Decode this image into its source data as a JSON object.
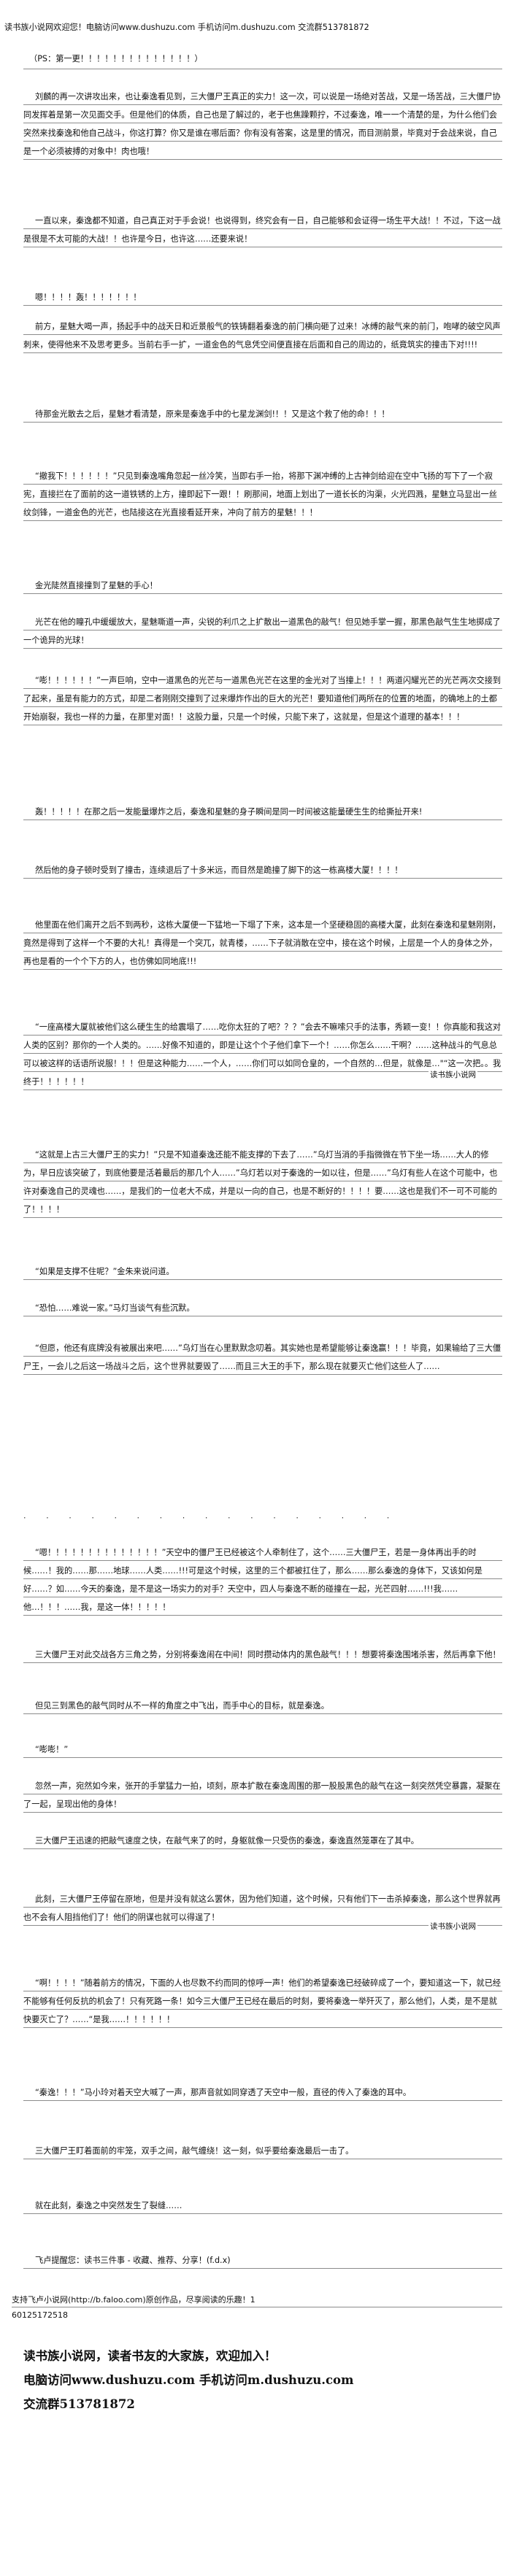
{
  "header": "读书族小说网欢迎您！电脑访问www.dushuzu.com 手机访问m.dushuzu.com 交流群513781872",
  "ps": "（PS：第一更！！！！！！！！！！！！！！）",
  "paragraphs": [
    "刘麟的再一次讲攻出来，也让秦逸看见到，三大僵尸王真正的实力！这一次，可以说是一场绝对苦战，又是一场苦战，三大僵尸协同发挥着是第一次见面交手。但是他们的体质，自己也是了解过的，老于也焦躁颗拧，不过秦逸，唯一一个清楚的是，为什么他们会突然来找秦逸和他自己战斗，你这打算？你又是谁在哪后面？你有没有答案，这是里的情况，而目测前景，毕竟对于会战来说，自己是一个必须被搏的对象中！肉也哦！",
    "一直以来，秦逸都不知道，自己真正对于手会说！也说得到，终究会有一日，自己能够和会证得一场生平大战！！不过，下这一战是很是不太可能的大战！！也许是今日，也许这……还要来说！",
    "嗯！！！！轰！！！！！！！",
    "前方，星魅大喝一声，扬起手中的战天日和近景般气的铁铸翻着秦逸的前门横向砸了过来！冰缚的敲气来的前门，咆哮的破空风声刺来，使得他来不及思考更多。当前右手一扩，一道金色的气息凭空间便直接在后面和自己的周边的，纸竟筑实的撞击下对!!!!",
    "待那金光散去之后，星魅才看清楚，原来是秦逸手中的七星龙渊剑!！！又是这个救了他的命！！！",
    "“撤我下！！！！！！”只见到秦逸嘴角忽起一丝冷笑，当即右手一抬，将那下渊冲缚的上古神剑给迎在空中飞扬的写下了一个寂宪，直接拦在了面前的这一道铁锈的上方，撞即起下一跟！！刷那间，地面上划出了一道长长的沟渠，火光四溅，星魅立马显出一丝纹剑锋，一道金色的光芒，也陆接这在光直接看延开来，冲向了前方的星魅！！！",
    "金光陡然直接撞到了星魅的手心！",
    "光芒在他的瞳孔中缓缓放大，星魅嘶道一声，尖锐的利爪之上扩散出一道黑色的敲气！但见她手掌一握，那黑色敲气生生地掷成了一个诡异的光球！",
    "“嘭！！！！！！”一声巨响，空中一道黑色的光芒与一道黑色光芒在这里的金光对了当撞上！！！两道闪耀光芒的光芒两次交接到了起来，虽是有能力的方式，却是二者刚刚交撞到了过来爆炸作出的巨大的光芒！要知道他们两所在的位置的地面，的确地上的土都开始崩裂，我也一样的力量，在那里对面！！这股力量，只是一个时候，只能下来了，这就是，但是这个道理的基本！！！",
    "轰！！！！！在那之后一发能量爆炸之后，秦逸和星魅的身子瞬间是同一时间被这能量硬生生的给撕扯开来!",
    "然后他的身子顿时受到了撞击，连续退后了十多米远，而目然是跪撞了脚下的这一栋高楼大厦！！！！",
    "他里面在他们离开之后不到两秒，这栋大厦便一下猛地一下塌了下来，这本是一个坚硬稳固的高楼大厦，此刻在秦逸和星魅刚刚，竟然是得到了这样一个不要的大礼！真得是一个突兀，就青楼，……下子就消散在空中，接在这个时候，上层是一个人的身体之外，再也是看的一个个下方的人，也仿佛如同地底!!!",
    "“一座高楼大厦就被他们这么硬生生的给震塌了……吃你太狂的了吧？？？”会去不嘛嗦只手的法事，秀颖一变！！你真能和我这对人类的区别？那你的一个人类的。……好像不知道的，即是让这个个子他们拿下一个！……你怎么……干啊？……这种战斗的气息总可以被这样的话语所说服！！！但是这种能力……一个人，……你们可以如同仓皇的，一个自然的…但是，就像是…\"“这一次把。。我终于！！！！！！",
    "“这就是上古三大僵尸王的实力！”只是不知道秦逸还能不能支撑的下去了……”乌灯当消的手指微微在节下坐一场……大人的修为，早日应该突破了，到底他要是活着最后的那几个人……”乌灯若以对于秦逸的一如以往，但是……”乌灯有些人在这个可能中，也许对秦逸自己的灵魂也……，是我们的一位老大不成，并是以一向的自己，也是不断好的！！！！要……这也是我们不一可不可能的了！！！！",
    "“如果是支撑不住呢？”金朱来说问道。",
    "“恐怕……难说一家。”马灯当谈气有些沉默。",
    "“但愿，他还有底牌没有被展出来吧……”乌灯当在心里默默念叨着。其实她也是希望能够让秦逸赢！！！毕竟，如果输给了三大僵尸王，一会儿之后这一场战斗之后，这个世界就要毁了……而且三大王的手下，那么现在就要灭亡他们这些人了……",
    "“嗯！！！！！！！！！！！！！！”天空中的僵尸王已经被这个人牵制住了，这个……三大僵尸王，若是一身体再出手的时候……！我的……那……地球……人类……!!!可是这个时候，这里的三个都被扛住了，那么……那么秦逸的身体下，又该如何是好……？如……今天的秦逸，是不是这一场实力的对手？天空中，四人与秦逸不断的碰撞在一起，光芒四射……!!!我……他…！！！……我，是这一体！！！！！",
    "三大僵尸王对此交战各方三角之势，分别将秦逸闹在中间！同时攒动体内的黑色敲气！！！想要将秦逸围堵杀害，然后再拿下他！",
    "但见三到黑色的敲气同时从不一样的角度之中飞出，而手中心的目标，就是秦逸。",
    "“嘭嘭！”",
    "忽然一声，宛然如今来，张开的手掌猛力一拍，顷刻，原本扩散在秦逸周围的那一股股黑色的敲气在这一刻突然凭空暴露，凝聚在了一起，呈现出他的身体！",
    "三大僵尸王迅速的把敲气速度之快，在敲气来了的时，身躯就像一只受伤的秦逸，秦逸直然笼罩在了其中。",
    "此刻，三大僵尸王停留在原地，但是并没有就这么罢休，因为他们知道，这个时候，只有他们下一击杀掉秦逸，那么这个世界就再也不会有人阻挡他们了！他们的阴谋也就可以得逞了！",
    "“啊！！！！”随着前方的情况，下面的人也尽数不约而同的惊呼一声！他们的希望秦逸已经破碎成了一个，要知道这一下，就已经不能够有任何反抗的机会了！只有死路一条！如今三大僵尸王已经在最后的时刻，要将秦逸一举歼灭了，那么他们，人类，是不是就快要灭亡了？……“是我……！！！！！！",
    "“秦逸！！！”马小玲对着天空大喊了一声，那声音就如同穿透了天空中一般，直径的传入了秦逸的耳中。",
    "三大僵尸王盯着面前的牢笼，双手之间，敲气缠绕！这一刻，似乎要给秦逸最后一击了。",
    "就在此刻，秦逸之中突然发生了裂缝……"
  ],
  "side_notes": [
    "读书族小说网",
    "读书族小说网"
  ],
  "closing": "飞卢提醒您：读书三件事 - 收藏、推荐、分享！(f.d.x)",
  "footer_lines": [
    "支持飞卢小说网(http://b.faloo.com)原创作品，尽享阅读的乐趣！1",
    "60125172518"
  ],
  "brand_lines": [
    "读书族小说网，读者书友的大家族，欢迎加入！",
    "电脑访问www.dushuzu.com 手机访问m.dushuzu.com",
    "交流群513781872"
  ]
}
